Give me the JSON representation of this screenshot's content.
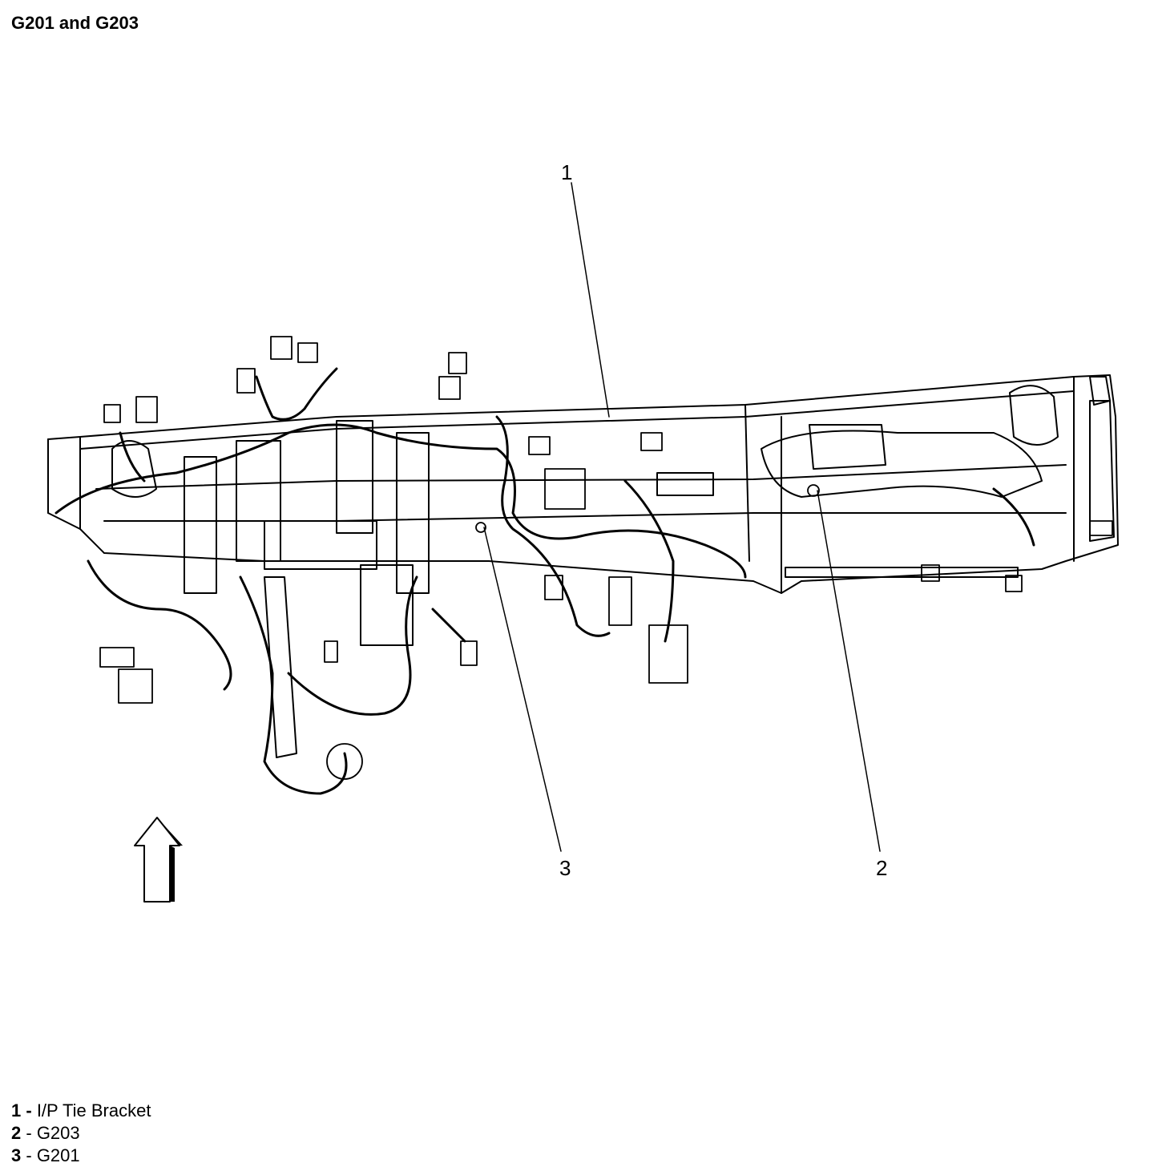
{
  "title": "G201 and G203",
  "callouts": [
    "1",
    "3",
    "2"
  ],
  "legend": [
    {
      "num": "1",
      "sep": " - ",
      "text": "I/P Tie Bracket"
    },
    {
      "num": "2",
      "sep": " - ",
      "text": "G203"
    },
    {
      "num": "3",
      "sep": " - ",
      "text": "G201"
    }
  ],
  "icons": {
    "direction": "up-arrow-icon"
  }
}
